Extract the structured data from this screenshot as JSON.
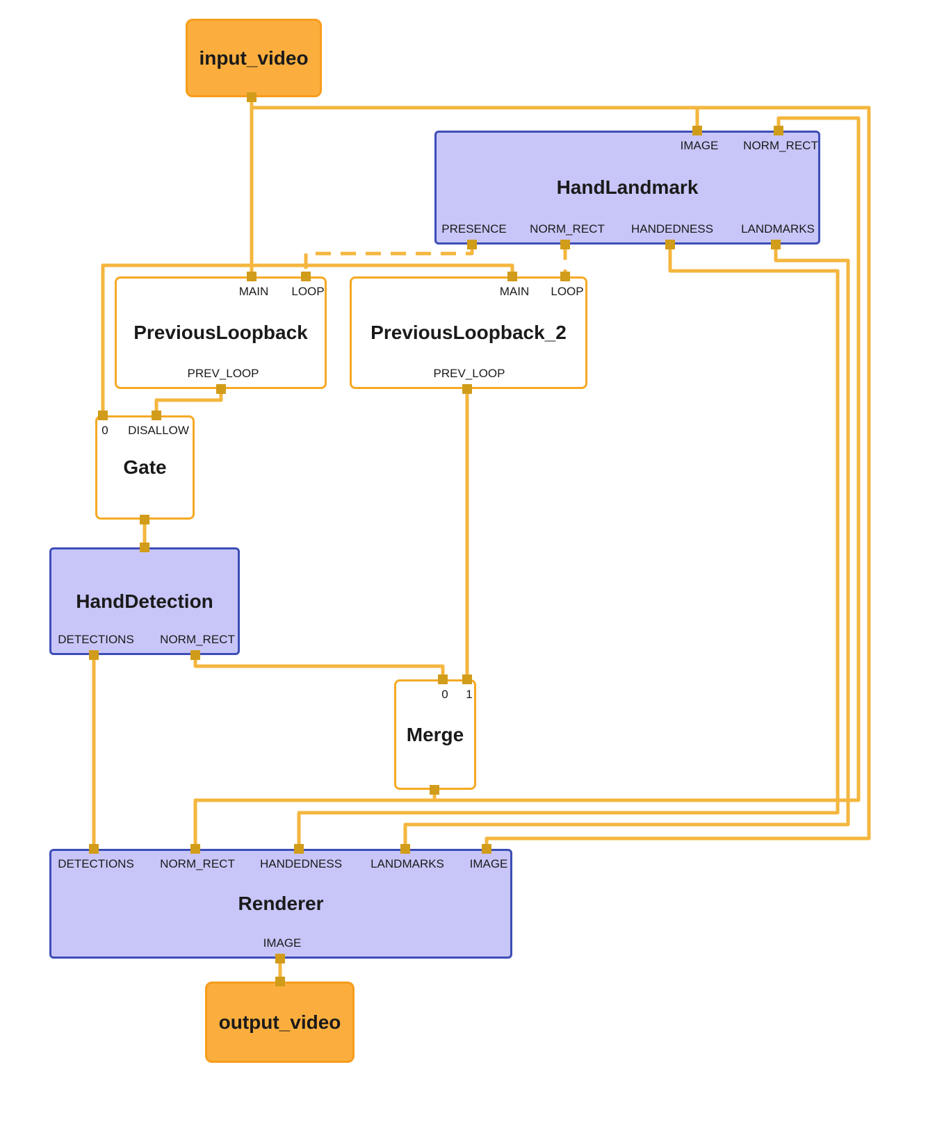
{
  "colors": {
    "edge": "#F4B63E",
    "port": "#D19C1A",
    "stream_fill": "#FBAE3E",
    "stream_border": "#F89C1C",
    "subgraph_fill": "#C8C6F8",
    "subgraph_border": "#3D4DB7",
    "calculator_border": "#F6A923"
  },
  "nodes": {
    "input_video": {
      "title": "input_video"
    },
    "hand_landmark": {
      "title": "HandLandmark",
      "in_ports": [
        "IMAGE",
        "NORM_RECT"
      ],
      "out_ports": [
        "PRESENCE",
        "NORM_RECT",
        "HANDEDNESS",
        "LANDMARKS"
      ]
    },
    "previous_loopback": {
      "title": "PreviousLoopback",
      "in_ports": [
        "MAIN",
        "LOOP"
      ],
      "out_ports": [
        "PREV_LOOP"
      ]
    },
    "previous_loopback_2": {
      "title": "PreviousLoopback_2",
      "in_ports": [
        "MAIN",
        "LOOP"
      ],
      "out_ports": [
        "PREV_LOOP"
      ]
    },
    "gate": {
      "title": "Gate",
      "in_ports": [
        "0",
        "DISALLOW"
      ]
    },
    "hand_detection": {
      "title": "HandDetection",
      "out_ports": [
        "DETECTIONS",
        "NORM_RECT"
      ]
    },
    "merge": {
      "title": "Merge",
      "in_ports": [
        "0",
        "1"
      ]
    },
    "renderer": {
      "title": "Renderer",
      "in_ports": [
        "DETECTIONS",
        "NORM_RECT",
        "HANDEDNESS",
        "LANDMARKS",
        "IMAGE"
      ],
      "out_ports": [
        "IMAGE"
      ]
    },
    "output_video": {
      "title": "output_video"
    }
  },
  "edges": [
    {
      "from": "input_video",
      "to": "previous_loopback.MAIN",
      "dashed": false
    },
    {
      "from": "input_video",
      "to": "hand_landmark.IMAGE",
      "dashed": false
    },
    {
      "from": "input_video",
      "to": "renderer.IMAGE",
      "dashed": false
    },
    {
      "from": "input_video",
      "to": "gate.0",
      "dashed": false
    },
    {
      "from": "input_video",
      "to": "previous_loopback_2.MAIN",
      "dashed": false
    },
    {
      "from": "hand_landmark.PRESENCE",
      "to": "previous_loopback.LOOP",
      "dashed": true
    },
    {
      "from": "hand_landmark.NORM_RECT",
      "to": "previous_loopback_2.LOOP",
      "dashed": true
    },
    {
      "from": "previous_loopback.PREV_LOOP",
      "to": "gate.DISALLOW",
      "dashed": false
    },
    {
      "from": "gate",
      "to": "hand_detection",
      "dashed": false
    },
    {
      "from": "hand_detection.DETECTIONS",
      "to": "renderer.DETECTIONS",
      "dashed": false
    },
    {
      "from": "hand_detection.NORM_RECT",
      "to": "merge.0",
      "dashed": false
    },
    {
      "from": "previous_loopback_2.PREV_LOOP",
      "to": "merge.1",
      "dashed": false
    },
    {
      "from": "merge",
      "to": "renderer.NORM_RECT",
      "dashed": false
    },
    {
      "from": "merge",
      "to": "hand_landmark.NORM_RECT",
      "dashed": false
    },
    {
      "from": "hand_landmark.HANDEDNESS",
      "to": "renderer.HANDEDNESS",
      "dashed": false
    },
    {
      "from": "hand_landmark.LANDMARKS",
      "to": "renderer.LANDMARKS",
      "dashed": false
    },
    {
      "from": "renderer.IMAGE",
      "to": "output_video",
      "dashed": false
    }
  ]
}
